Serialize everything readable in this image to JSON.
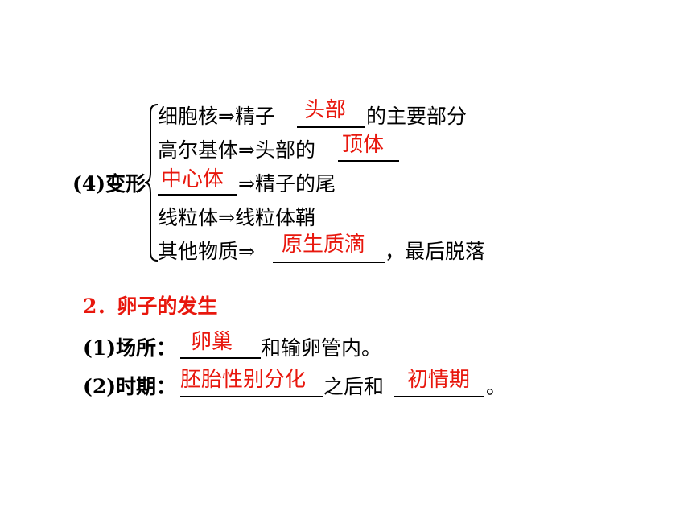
{
  "section4": {
    "label": "(4)变形",
    "rows": [
      {
        "pre": "细胞核⇒精子",
        "answer": "头部",
        "post": "的主要部分"
      },
      {
        "pre": "高尔基体⇒头部的",
        "answer": "顶体",
        "post": ""
      },
      {
        "pre": "",
        "answer": "中心体",
        "post": "⇒精子的尾"
      },
      {
        "pre": "线粒体⇒线粒体鞘",
        "answer": "",
        "post": ""
      },
      {
        "pre": "其他物质⇒",
        "answer": "原生质滴",
        "post": "，最后脱落"
      }
    ]
  },
  "section2": {
    "heading": "2．卵子的发生",
    "line1": {
      "label": "(1)场所：",
      "answer": "卵巢",
      "post": "和输卵管内。"
    },
    "line2": {
      "label": "(2)时期：",
      "answer1": "胚胎性别分化",
      "mid": "之后和",
      "answer2": "初情期",
      "post": "。"
    }
  }
}
